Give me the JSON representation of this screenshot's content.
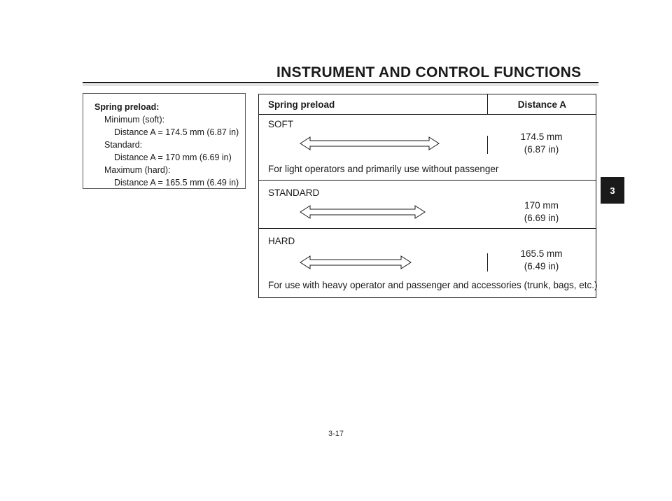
{
  "header": {
    "title": "INSTRUMENT AND CONTROL FUNCTIONS"
  },
  "chapter_tab": "3",
  "spec_box": {
    "heading": "Spring preload:",
    "minimum_label": "Minimum (soft):",
    "minimum_value": "Distance A = 174.5 mm (6.87 in)",
    "standard_label": "Standard:",
    "standard_value": "Distance A = 170 mm (6.69 in)",
    "maximum_label": "Maximum (hard):",
    "maximum_value": "Distance A = 165.5 mm (6.49 in)"
  },
  "table": {
    "col_preload": "Spring preload",
    "col_distance": "Distance A",
    "rows": [
      {
        "label": "SOFT",
        "distance_mm": "174.5 mm",
        "distance_in": "(6.87 in)",
        "note": "For light operators and primarily use without passenger"
      },
      {
        "label": "STANDARD",
        "distance_mm": "170 mm",
        "distance_in": "(6.69 in)",
        "note": ""
      },
      {
        "label": "HARD",
        "distance_mm": "165.5 mm",
        "distance_in": "(6.49 in)",
        "note": "For use with heavy operator and passenger and accessories (trunk, bags, etc.)"
      }
    ]
  },
  "page_number": "3-17"
}
